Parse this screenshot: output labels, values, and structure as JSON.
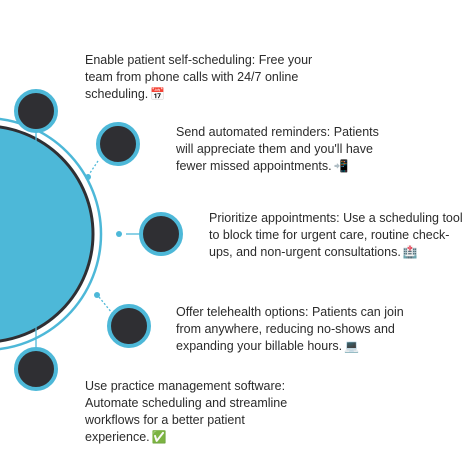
{
  "colors": {
    "accent": "#4db8d8",
    "node_fill": "#2f2f33",
    "node_ring": "#4db8d8",
    "big_circle": "#4db8d8",
    "text": "#2b2b2b"
  },
  "items": [
    {
      "text": "Enable patient self-scheduling: Free your team from phone calls with 24/7 online scheduling.",
      "emoji": "📅"
    },
    {
      "text": "Send automated reminders: Patients will appreciate them and you'll have fewer missed appointments.",
      "emoji": "📲"
    },
    {
      "text": "Prioritize appointments: Use a scheduling tool to block time for urgent care, routine check-ups, and non-urgent consultations.",
      "emoji": "🏥"
    },
    {
      "text": "Offer telehealth options: Patients can join from anywhere, reducing no-shows and expanding your billable hours.",
      "emoji": "💻"
    },
    {
      "text": "Use practice management software: Automate scheduling and streamline workflows for a better patient experience.",
      "emoji": "✅"
    }
  ]
}
